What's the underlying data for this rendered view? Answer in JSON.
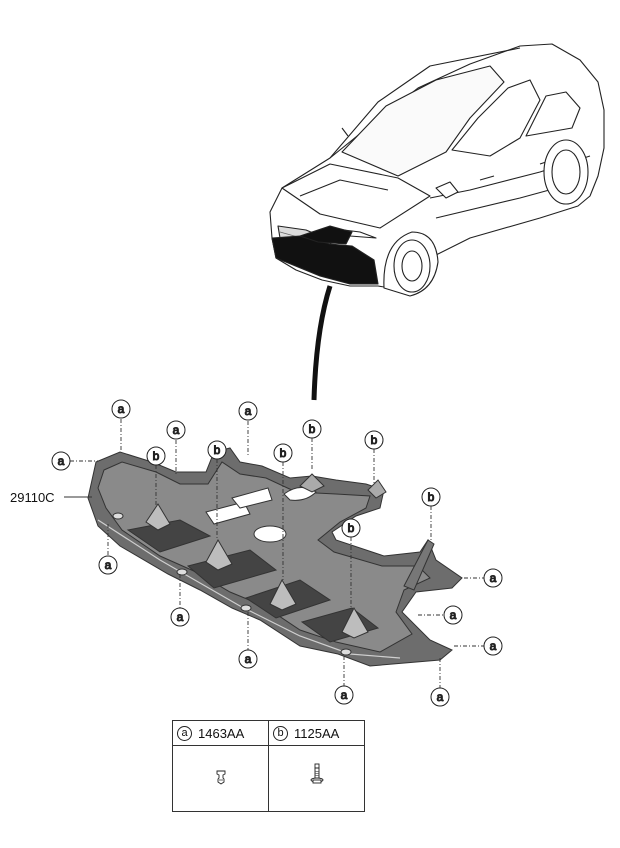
{
  "part_number": "29110C",
  "callouts": {
    "a": "a",
    "b": "b"
  },
  "legend": [
    {
      "key": "a",
      "code": "1463AA",
      "icon": "clip-icon"
    },
    {
      "key": "b",
      "code": "1125AA",
      "icon": "bolt-icon"
    }
  ]
}
